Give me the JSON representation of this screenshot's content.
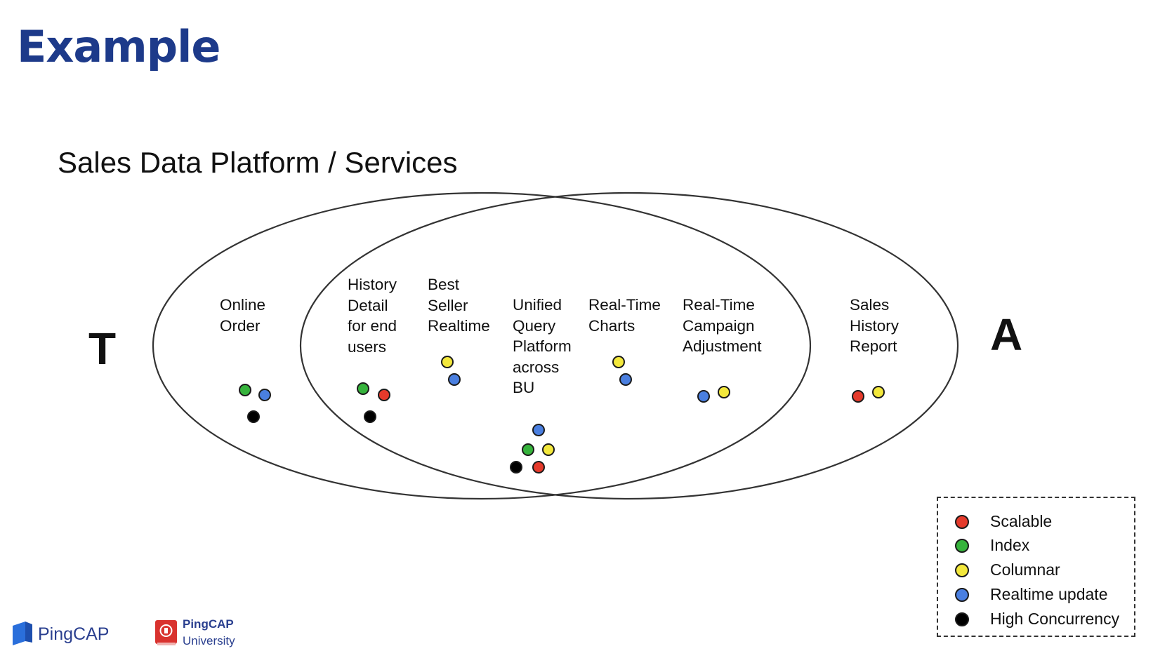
{
  "slide": {
    "title": "Example",
    "subtitle": "Sales Data Platform / Services"
  },
  "venn": {
    "left_set_label": "T",
    "right_set_label": "A",
    "services": [
      {
        "id": "online-order",
        "label": "Online\nOrder",
        "region": "left-only",
        "features": [
          "index",
          "realtime-update",
          "high-concurrency"
        ]
      },
      {
        "id": "history-detail",
        "label": "History\nDetail\nfor end\nusers",
        "region": "overlap",
        "features": [
          "index",
          "scalable",
          "high-concurrency"
        ]
      },
      {
        "id": "best-seller",
        "label": "Best\nSeller\nRealtime",
        "region": "overlap",
        "features": [
          "columnar",
          "realtime-update"
        ]
      },
      {
        "id": "unified-query",
        "label": "Unified\nQuery\nPlatform\nacross\nBU",
        "region": "overlap",
        "features": [
          "realtime-update",
          "index",
          "columnar",
          "high-concurrency",
          "scalable"
        ]
      },
      {
        "id": "realtime-charts",
        "label": "Real-Time\nCharts",
        "region": "overlap",
        "features": [
          "columnar",
          "realtime-update"
        ]
      },
      {
        "id": "campaign-adjustment",
        "label": "Real-Time\nCampaign\nAdjustment",
        "region": "overlap",
        "features": [
          "realtime-update",
          "columnar"
        ]
      },
      {
        "id": "sales-history",
        "label": "Sales\nHistory\nReport",
        "region": "right-only",
        "features": [
          "scalable",
          "columnar"
        ]
      }
    ]
  },
  "legend": {
    "items": [
      {
        "key": "scalable",
        "label": "Scalable",
        "color": "#e53a2b"
      },
      {
        "key": "index",
        "label": "Index",
        "color": "#36b33c"
      },
      {
        "key": "columnar",
        "label": "Columnar",
        "color": "#f3e83c"
      },
      {
        "key": "realtime-update",
        "label": "Realtime update",
        "color": "#4a7fe0"
      },
      {
        "key": "high-concurrency",
        "label": "High Concurrency",
        "color": "#000000"
      }
    ]
  },
  "footer": {
    "logo_pingcap": "PingCAP",
    "logo_university_line1": "PingCAP",
    "logo_university_line2": "University"
  },
  "colors": {
    "title": "#1d3a8a",
    "brand": "#2a3f8f",
    "university_badge": "#d9322e"
  }
}
